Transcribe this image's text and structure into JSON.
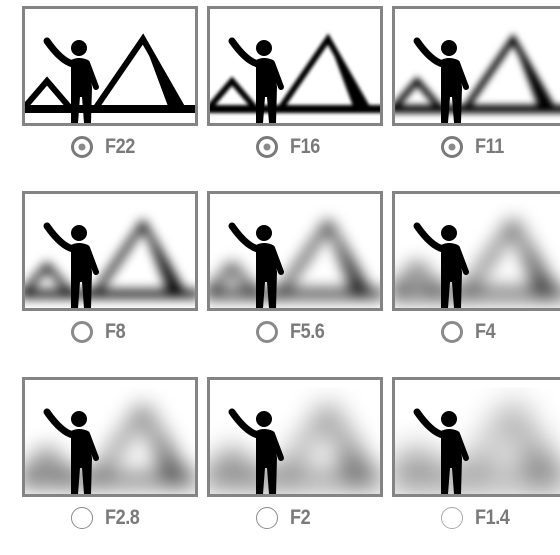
{
  "cells": [
    {
      "label": "F22",
      "blur": 0,
      "ring": "heavy"
    },
    {
      "label": "F16",
      "blur": 1.6,
      "ring": "heavy"
    },
    {
      "label": "F11",
      "blur": 3.4,
      "ring": "heavy"
    },
    {
      "label": "F8",
      "blur": 5.5,
      "ring": "medium"
    },
    {
      "label": "F5.6",
      "blur": 7.5,
      "ring": "medium"
    },
    {
      "label": "F4",
      "blur": 9.5,
      "ring": "medium"
    },
    {
      "label": "F2.8",
      "blur": 11.5,
      "ring": "light"
    },
    {
      "label": "F2",
      "blur": 13.5,
      "ring": "light"
    },
    {
      "label": "F1.4",
      "blur": 16,
      "ring": "lighter"
    }
  ]
}
